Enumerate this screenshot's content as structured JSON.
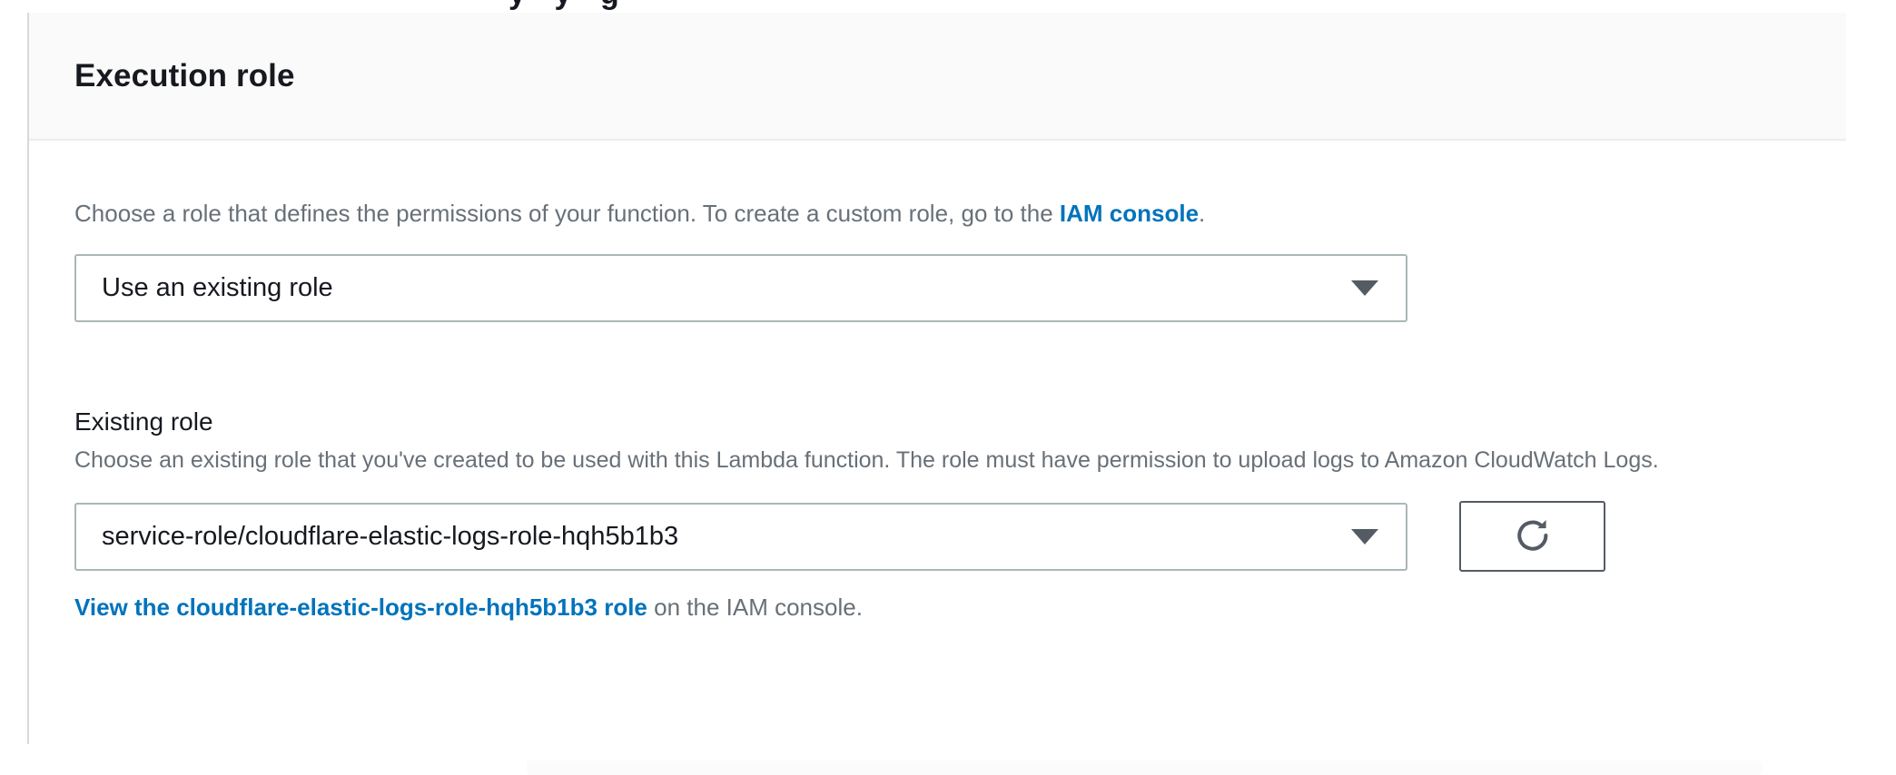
{
  "clipped_header_text": "y  •  y  •  g",
  "panel": {
    "title": "Execution role",
    "role_type": {
      "description_prefix": "Choose a role that defines the permissions of your function. To create a custom role, go to the ",
      "description_link": "IAM console",
      "description_suffix": ".",
      "selected": "Use an existing role",
      "caret_icon": "chevron-down-icon"
    },
    "existing_role": {
      "label": "Existing role",
      "help": "Choose an existing role that you've created to be used with this Lambda function. The role must have permission to upload logs to Amazon CloudWatch Logs.",
      "selected": "service-role/cloudflare-elastic-logs-role-hqh5b1b3",
      "caret_icon": "chevron-down-icon",
      "refresh_icon": "refresh-icon",
      "view_link_text": "View the cloudflare-elastic-logs-role-hqh5b1b3 role",
      "view_link_suffix": " on the IAM console."
    }
  },
  "colors": {
    "link_blue": "#0073bb",
    "text_primary": "#16191f",
    "text_secondary": "#687078",
    "border_light": "#aab7b8",
    "border_dark": "#545b64",
    "header_bg": "#fafafa",
    "panel_border": "#d5dbdb"
  }
}
